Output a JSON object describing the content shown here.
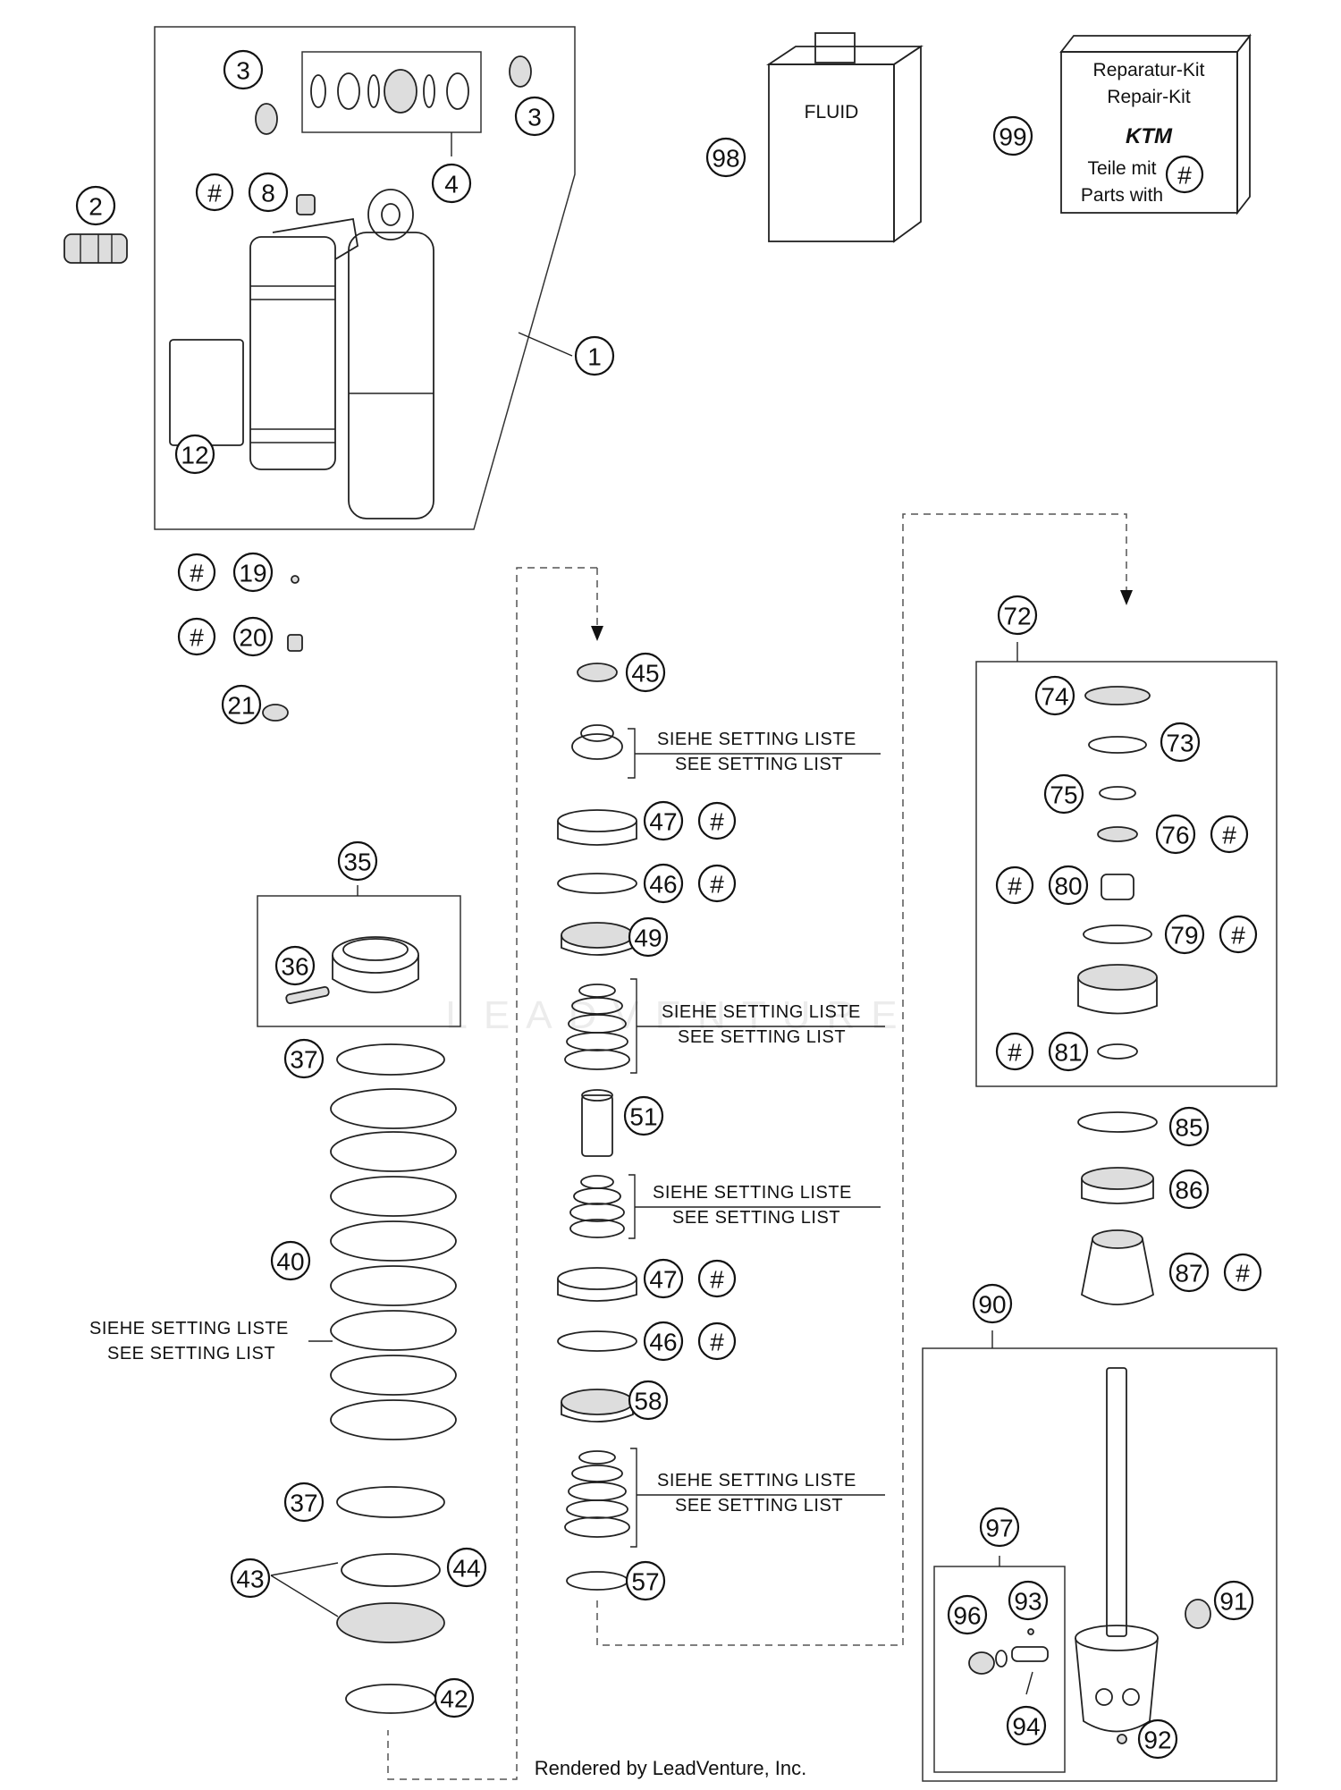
{
  "callouts": {
    "c1": "1",
    "c2": "2",
    "c3a": "3",
    "c3b": "3",
    "c4": "4",
    "c8": "8",
    "c12": "12",
    "c19": "19",
    "c20": "20",
    "c21": "21",
    "c35": "35",
    "c36": "36",
    "c37a": "37",
    "c37b": "37",
    "c40": "40",
    "c42": "42",
    "c43": "43",
    "c44": "44",
    "c45": "45",
    "c46a": "46",
    "c46b": "46",
    "c47a": "47",
    "c47b": "47",
    "c49": "49",
    "c51": "51",
    "c57": "57",
    "c58": "58",
    "c72": "72",
    "c73": "73",
    "c74": "74",
    "c75": "75",
    "c76": "76",
    "c79": "79",
    "c80": "80",
    "c81": "81",
    "c85": "85",
    "c86": "86",
    "c87": "87",
    "c90": "90",
    "c91": "91",
    "c92": "92",
    "c93": "93",
    "c94": "94",
    "c96": "96",
    "c97": "97",
    "c98": "98",
    "c99": "99"
  },
  "hash_symbol": "#",
  "notes": {
    "setting_de": "SIEHE SETTING LISTE",
    "setting_en": "SEE SETTING LIST"
  },
  "fluid_label": "FLUID",
  "repair_kit": {
    "line1": "Reparatur-Kit",
    "line2": "Repair-Kit",
    "logo": "KTM",
    "line3": "Teile mit",
    "line4": "Parts with"
  },
  "watermark": "LEADVENTURE",
  "footer": "Rendered by LeadVenture, Inc."
}
